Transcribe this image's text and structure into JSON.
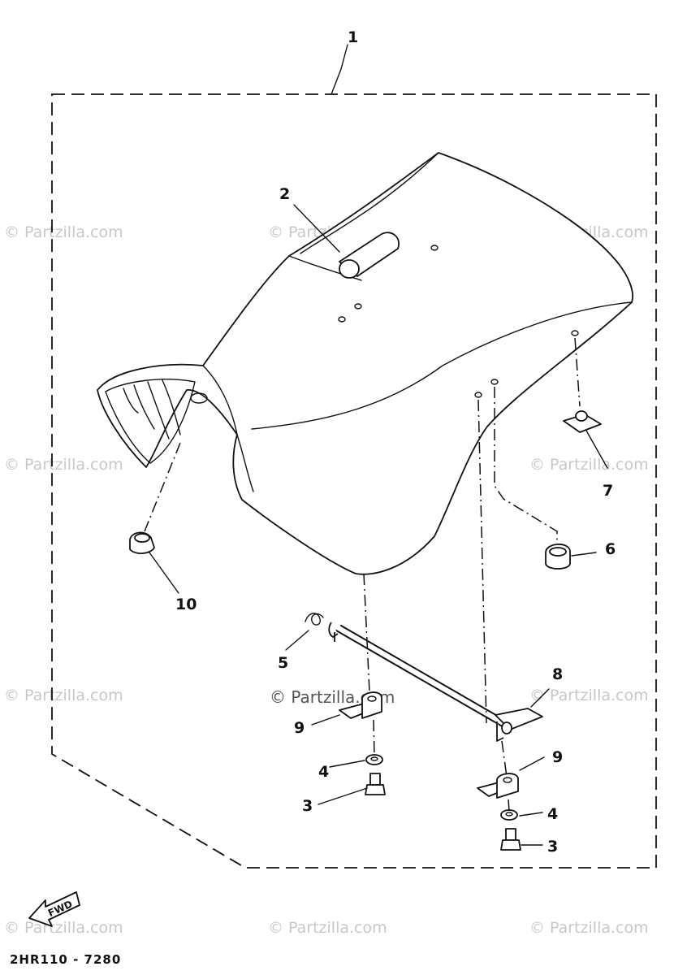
{
  "diagram": {
    "drawing_code": "2HR110 - 7280",
    "fwd_label": "FWD",
    "watermark_text": "© Partzilla.com",
    "watermark_center_text": "© Partzilla.com",
    "callouts": {
      "c1": "1",
      "c2": "2",
      "c3a": "3",
      "c3b": "3",
      "c4a": "4",
      "c4b": "4",
      "c5": "5",
      "c6": "6",
      "c7": "7",
      "c8": "8",
      "c9a": "9",
      "c9b": "9",
      "c10": "10"
    }
  }
}
